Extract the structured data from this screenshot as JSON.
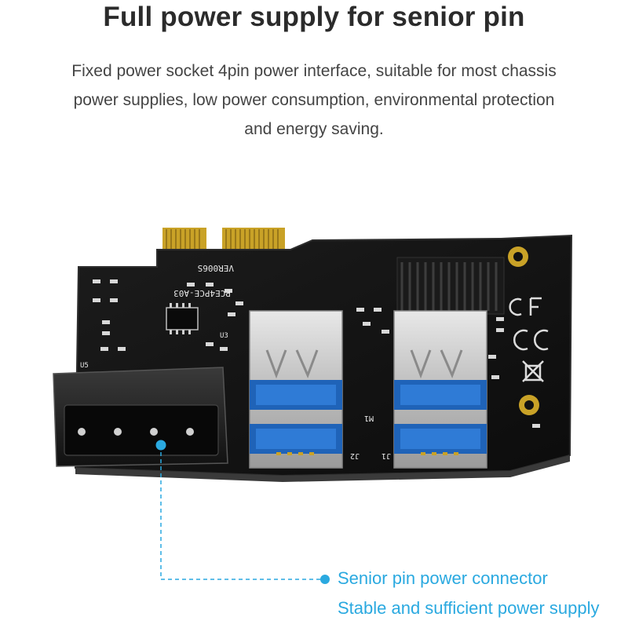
{
  "headline": "Full power supply for senior pin",
  "description": {
    "line1": "Fixed power socket 4pin power interface, suitable for most chassis",
    "line2": "power supplies, low power consumption, environmental protection",
    "line3": "and energy saving."
  },
  "board_markings": {
    "version": "VER006S",
    "model": "PCE4PCE-A03",
    "conn_j1": "J1",
    "conn_j2": "J2",
    "conn_u3": "U3",
    "conn_u5": "U5",
    "label_m": "M1"
  },
  "callout": {
    "title": "Senior pin power connector",
    "subtitle": "Stable and sufficient power supply"
  },
  "colors": {
    "accent": "#2aa9e0",
    "pcb": "#141414",
    "usb_blue": "#1f63b8",
    "gold": "#c9a227"
  }
}
